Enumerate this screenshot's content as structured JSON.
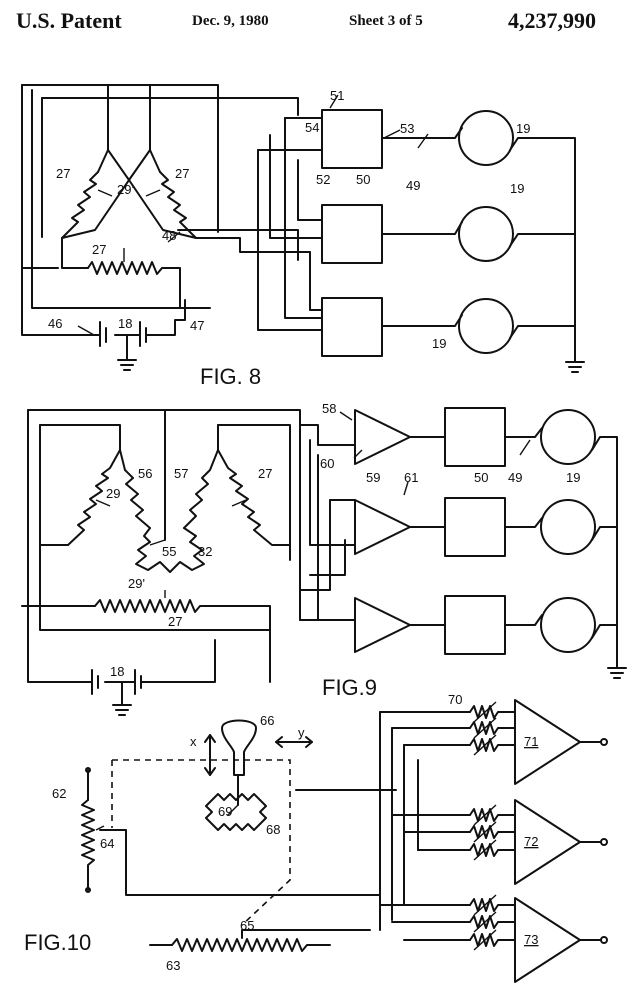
{
  "header": {
    "left": "U.S. Patent",
    "date": "Dec. 9, 1980",
    "sheet": "Sheet 3 of 5",
    "number": "4,237,990"
  },
  "figures": {
    "fig8": {
      "title": "FIG. 8",
      "labels": {
        "l27a": "27",
        "l27b": "27",
        "l27c": "27",
        "l29p": "29'",
        "l48": "48",
        "l46": "46",
        "l18": "18",
        "l47": "47",
        "l51": "51",
        "l54": "54",
        "l53": "53",
        "l52": "52",
        "l50": "50",
        "l49": "49",
        "l19a": "19",
        "l19b": "19",
        "l19c": "19"
      }
    },
    "fig9": {
      "title": "FIG.9",
      "labels": {
        "l58": "58",
        "l60": "60",
        "l59": "59",
        "l61": "61",
        "l50": "50",
        "l49": "49",
        "l19": "19",
        "l56": "56",
        "l57": "57",
        "l27a": "27",
        "l29": "29",
        "l55": "55",
        "l32": "32",
        "l29p": "29'",
        "l27b": "27",
        "l18": "18"
      }
    },
    "fig10": {
      "title": "FIG.10",
      "labels": {
        "l66": "66",
        "lx": "x",
        "ly": "y",
        "l62": "62",
        "l64": "64",
        "l69": "69",
        "l68": "68",
        "l70": "70",
        "l71": "71",
        "l72": "72",
        "l73": "73",
        "l65": "65",
        "l63": "63"
      }
    }
  }
}
